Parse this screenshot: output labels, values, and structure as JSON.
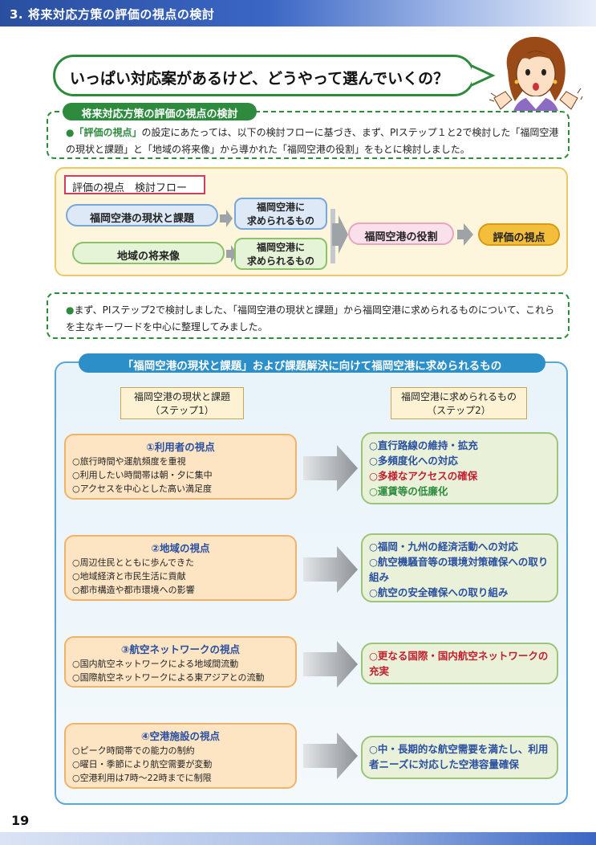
{
  "header": {
    "title": "3. 将来対応方策の評価の視点の検討"
  },
  "question": "いっぱい対応案があるけど、どうやって選んでいくの？",
  "section1": {
    "label": "将来対応方策の評価の視点の検討",
    "bullet": "●",
    "pre": "「評価の視点」",
    "text": "の設定にあたっては、以下の検討フローに基づき、まず、PIステップ１と2で検討した「福岡空港の現状と課題」と「地域の将来像」から導かれた「福岡空港の役割」をもとに検討しました。"
  },
  "flow": {
    "title": "評価の視点　検討フロー",
    "current": "福岡空港の現状と課題",
    "future": "地域の将来像",
    "req1_line1": "福岡空港に",
    "req1_line2": "求められるもの",
    "req2_line1": "福岡空港に",
    "req2_line2": "求められるもの",
    "role": "福岡空港の役割",
    "eval": "評価の視点"
  },
  "section2": {
    "bullet": "●",
    "text": "まず、PIステップ2で検討しました、「福岡空港の現状と課題」から福岡空港に求められるものについて、これらを主なキーワードを中心に整理してみました。"
  },
  "main": {
    "title": "「福岡空港の現状と課題」および課題解決に向けて福岡空港に求められるもの",
    "step1_line1": "福岡空港の現状と課題",
    "step1_line2": "（ステップ1）",
    "step2_line1": "福岡空港に求められるもの",
    "step2_line2": "（ステップ2）",
    "views": [
      {
        "title": "①利用者の視点",
        "items": [
          "○旅行時間や運航頻度を重視",
          "○利用したい時間帯は朝・夕に集中",
          "○アクセスを中心とした高い満足度"
        ]
      },
      {
        "title": "②地域の視点",
        "items": [
          "○周辺住民とともに歩んできた",
          "○地域経済と市民生活に貢献",
          "○都市構造や都市環境への影響"
        ]
      },
      {
        "title": "③航空ネットワークの視点",
        "items": [
          "○国内航空ネットワークによる地域間流動",
          "○国際航空ネットワークによる東アジアとの流動"
        ]
      },
      {
        "title": "④空港施設の視点",
        "items": [
          "○ピーク時間帯での能力の制約",
          "○曜日・季節により航空需要が変動",
          "○空港利用は7時～22時までに制限"
        ]
      }
    ],
    "needs": [
      [
        "○直行路線の維持・拡充",
        "○多頻度化への対応",
        "○多様なアクセスの確保",
        "○運賃等の低廉化"
      ],
      [
        "○福岡・九州の経済活動への対応",
        "○航空機騒音等の環境対策確保への取り組み",
        "○航空の安全確保への取り組み"
      ],
      [
        "○更なる国際・国内航空ネットワークの充実"
      ],
      [
        "○中・長期的な航空需要を満たし、利用者ニーズに対応した空港容量確保"
      ]
    ]
  },
  "page_number": "19"
}
